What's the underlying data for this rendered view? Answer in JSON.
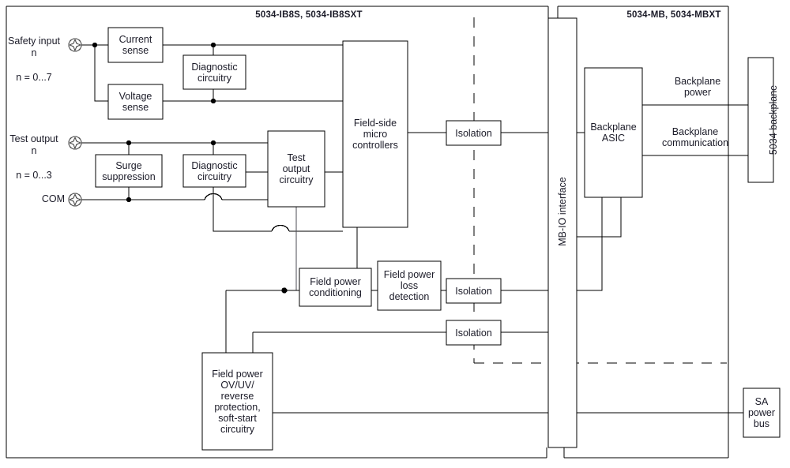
{
  "diagram": {
    "kind": "block-diagram",
    "ink_color": "#1b1b28",
    "line_color": "#000000",
    "background": "#ffffff",
    "titles": [
      {
        "id": "left-module-title",
        "text": "5034-IB8S, 5034-IB8SXT"
      },
      {
        "id": "right-module-title",
        "text": "5034-MB, 5034-MBXT"
      }
    ],
    "terminals": [
      {
        "id": "safety-input",
        "label": "Safety input\nn",
        "sublabel": "n = 0...7"
      },
      {
        "id": "test-output",
        "label": "Test output\nn",
        "sublabel": "n = 0...3"
      },
      {
        "id": "com",
        "label": "COM",
        "sublabel": ""
      }
    ],
    "blocks": [
      {
        "id": "current-sense",
        "text": "Current\nsense"
      },
      {
        "id": "voltage-sense",
        "text": "Voltage\nsense"
      },
      {
        "id": "diagnostic-circuitry-top",
        "text": "Diagnostic\ncircuitry"
      },
      {
        "id": "surge-suppression",
        "text": "Surge\nsuppression"
      },
      {
        "id": "diagnostic-circuitry-bot",
        "text": "Diagnostic\ncircuitry"
      },
      {
        "id": "test-output-circuitry",
        "text": "Test\noutput\ncircuitry"
      },
      {
        "id": "field-side-micro",
        "text": "Field-side\nmicro\ncontrollers"
      },
      {
        "id": "isolation-1",
        "text": "Isolation"
      },
      {
        "id": "isolation-2",
        "text": "Isolation"
      },
      {
        "id": "isolation-3",
        "text": "Isolation"
      },
      {
        "id": "field-power-conditioning",
        "text": "Field power\nconditioning"
      },
      {
        "id": "field-power-loss",
        "text": "Field power\nloss\ndetection"
      },
      {
        "id": "field-power-ovuv",
        "text": "Field power\nOV/UV/\nreverse\nprotection,\nsoft-start\ncircuitry"
      },
      {
        "id": "mb-io-interface",
        "text": "MB-IO interface"
      },
      {
        "id": "backplane-asic",
        "text": "Backplane\nASIC"
      },
      {
        "id": "backplane-bus",
        "text": "5034 backplane"
      },
      {
        "id": "sa-power-bus",
        "text": "SA\npower\nbus"
      }
    ],
    "wire_labels": [
      {
        "id": "backplane-power",
        "text": "Backplane\npower"
      },
      {
        "id": "backplane-communication",
        "text": "Backplane\ncommunication"
      }
    ]
  }
}
